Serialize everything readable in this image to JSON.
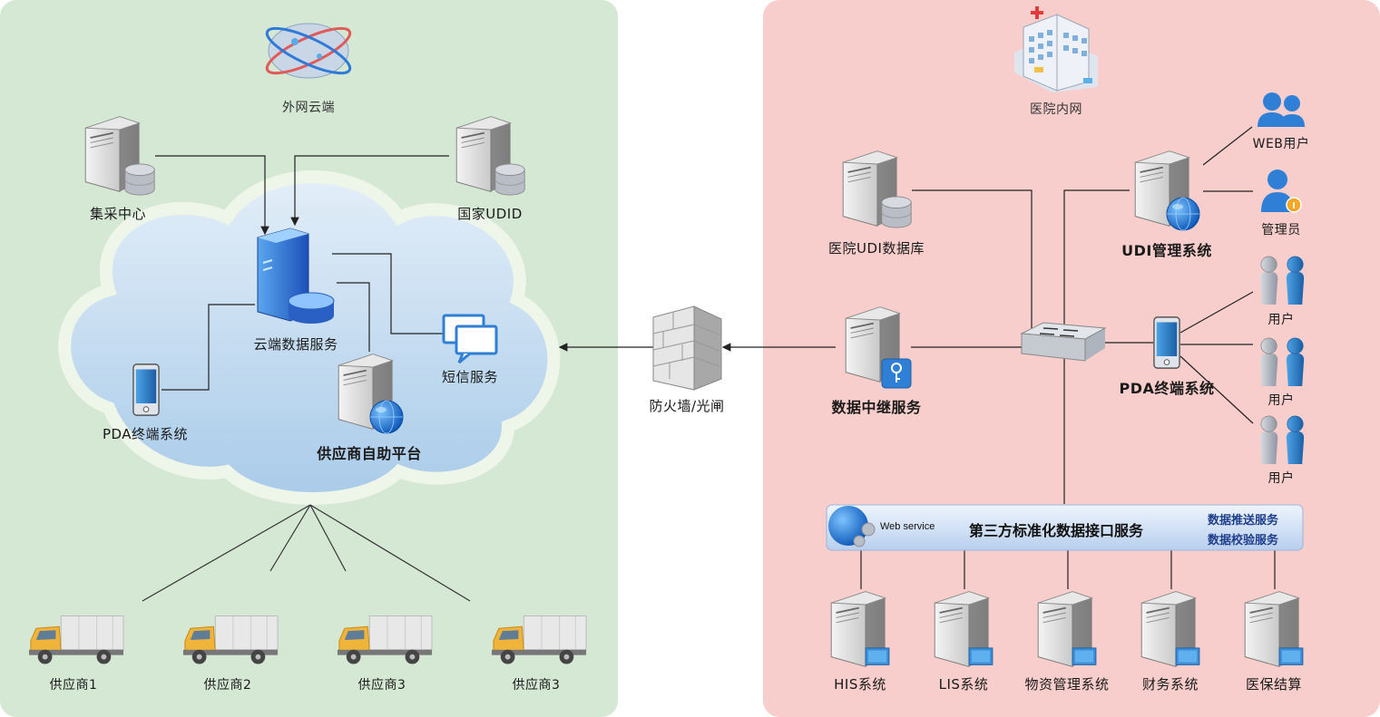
{
  "left_zone": {
    "title": "外网云端",
    "nodes": {
      "jicai": "集采中心",
      "national_udid": "国家UDID",
      "cloud_data_service": "云端数据服务",
      "sms_service": "短信服务",
      "pda_terminal": "PDA终端系统",
      "supplier_platform": "供应商自助平台"
    },
    "suppliers": [
      "供应商1",
      "供应商2",
      "供应商3",
      "供应商3"
    ]
  },
  "firewall": {
    "label": "防火墙/光闸"
  },
  "right_zone": {
    "title": "医院内网",
    "nodes": {
      "hospital_udi_db": "医院UDI数据库",
      "udi_mgmt": "UDI管理系统",
      "web_user": "WEB用户",
      "admin": "管理员",
      "relay_service": "数据中继服务",
      "pda_terminal": "PDA终端系统"
    },
    "users": [
      "用户",
      "用户",
      "用户"
    ],
    "interface_bar": {
      "web_service": "Web service",
      "title": "第三方标准化数据接口服务",
      "push_service": "数据推送服务",
      "check_service": "数据校验服务"
    },
    "systems": [
      "HIS系统",
      "LIS系统",
      "物资管理系统",
      "财务系统",
      "医保结算"
    ]
  }
}
